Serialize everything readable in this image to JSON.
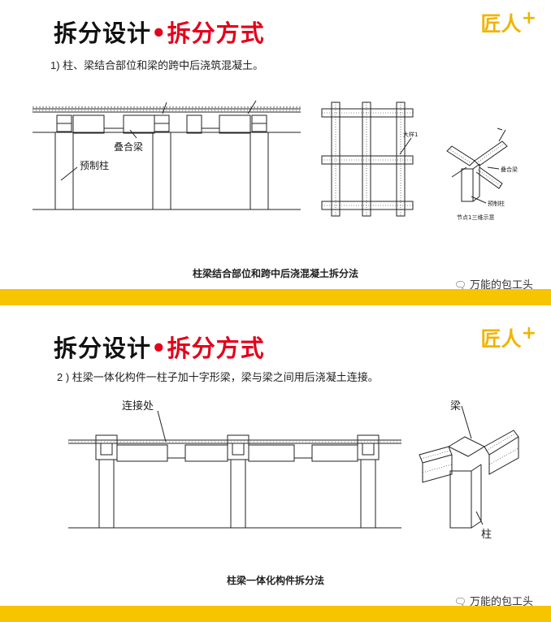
{
  "slides": [
    {
      "title_main": "拆分设计",
      "title_dot": "•",
      "title_accent": "拆分方式",
      "logo_text": "匠人",
      "logo_plus": "+",
      "subtitle": "1) 柱、梁结合部位和梁的跨中后浇筑混凝土。",
      "labels": {
        "beam": "叠合梁",
        "column": "预制柱",
        "big_beam": "大样1",
        "node_beam": "叠合梁",
        "node_column": "预制柱",
        "node_caption": "节点1三维示意"
      },
      "caption": "柱梁结合部位和跨中后浇混凝土拆分法",
      "watermark": "万能的包工头"
    },
    {
      "title_main": "拆分设计",
      "title_dot": "•",
      "title_accent": "拆分方式",
      "logo_text": "匠人",
      "logo_plus": "+",
      "subtitle": "2 ) 柱梁一体化构件一柱子加十字形梁，梁与梁之间用后浇凝土连接。",
      "labels": {
        "joint": "连接处",
        "beam": "梁",
        "column": "柱"
      },
      "caption": "柱梁一体化构件拆分法",
      "watermark": "万能的包工头"
    }
  ],
  "icons": {
    "watermark": "wechat-icon"
  },
  "colors": {
    "accent_red": "#e3001b",
    "brand_yellow": "#f7c400",
    "logo_yellow": "#f0b400"
  }
}
